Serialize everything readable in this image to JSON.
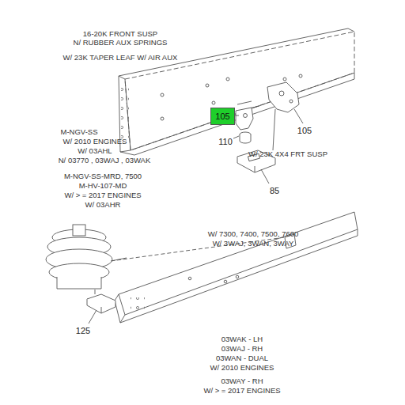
{
  "diagram": {
    "nodes": [
      {
        "text": [
          "105"
        ]
      }
    ],
    "labels": [
      "16-20K FRONT SUSP",
      "N/ RUBBER AUX SPRINGS",
      "W/ 23K TAPER LEAF W/ AIR AUX",
      "M-NGV-SS",
      "W/ 2010 ENGINES",
      "W/ 03AHL",
      "N/ 03770 , 03WAJ , 03WAK",
      "M-NGV-SS-MRD, 7500",
      "M-HV-107-MD",
      "W/ > = 2017 ENGINES",
      "W/ 03AHR",
      "105",
      "110",
      "W/ 23K 4X4 FRT SUSP",
      "85",
      "W/ 7300, 7400, 7500, 7600",
      "W/ 3WAJ, 3WAN, 3WAY",
      "125",
      "03WAK - LH",
      "03WAJ - RH",
      "03WAN - DUAL",
      "W/ 2010 ENGINES",
      "03WAY - RH",
      "W/ > = 2017 ENGINES"
    ]
  }
}
